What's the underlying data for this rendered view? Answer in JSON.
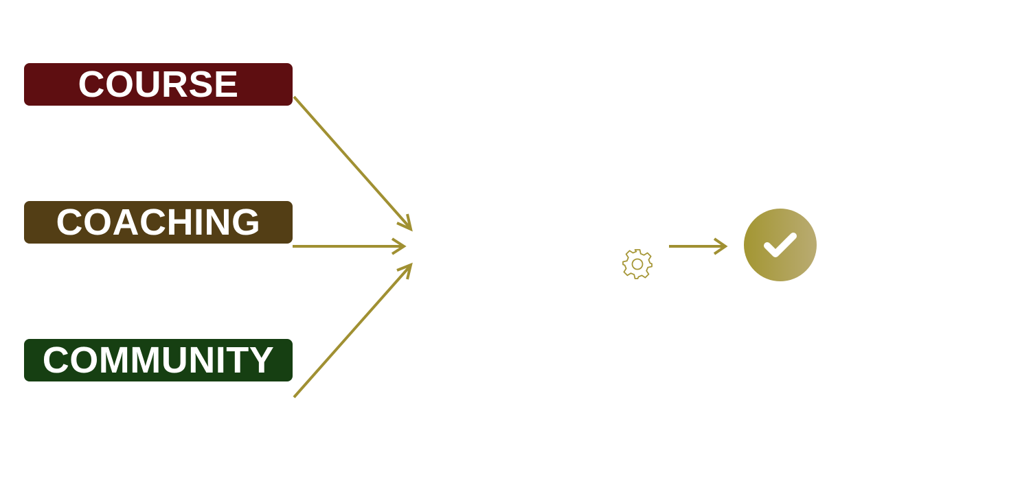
{
  "inputs": [
    {
      "label": "COURSE",
      "color": "#5e0e11"
    },
    {
      "label": "COACHING",
      "color": "#533e15"
    },
    {
      "label": "COMMUNITY",
      "color": "#163f12"
    }
  ],
  "colors": {
    "arrow": "#a09032",
    "gear": "#a59636",
    "check_circle_start": "#a39632",
    "check_circle_end": "#b9ab72",
    "check_mark": "#ffffff"
  },
  "icons": {
    "process": "gear-icon",
    "result": "check-circle-icon"
  }
}
